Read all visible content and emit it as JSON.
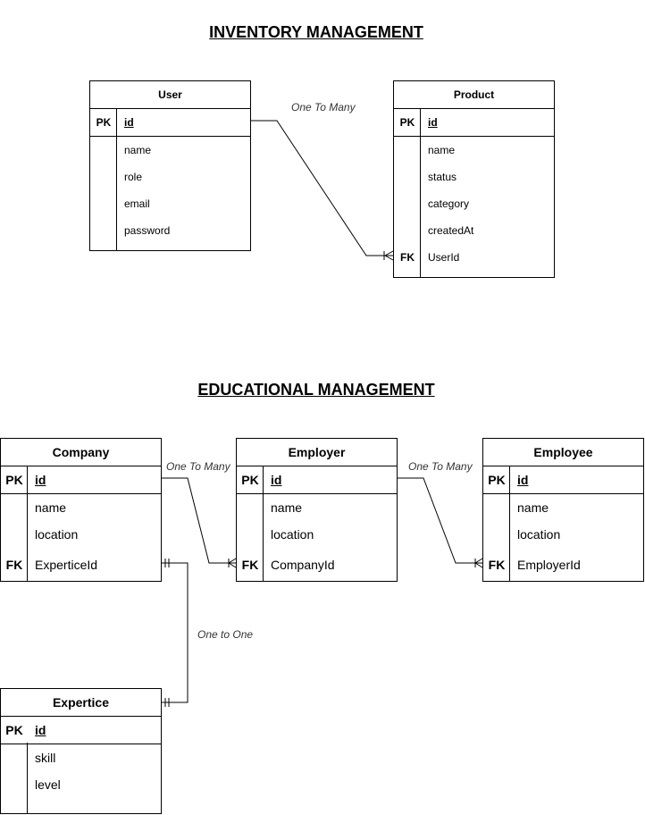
{
  "titles": {
    "inventory": "INVENTORY MANAGEMENT",
    "educational": "EDUCATIONAL MANAGEMENT"
  },
  "entities": {
    "user": {
      "name": "User",
      "pk_label": "PK",
      "pk_field": "id",
      "fields": [
        "name",
        "role",
        "email",
        "password"
      ]
    },
    "product": {
      "name": "Product",
      "pk_label": "PK",
      "pk_field": "id",
      "fields": [
        "name",
        "status",
        "category",
        "createdAt"
      ],
      "fk_label": "FK",
      "fk_field": "UserId"
    },
    "company": {
      "name": "Company",
      "pk_label": "PK",
      "pk_field": "id",
      "fields": [
        "name",
        "location"
      ],
      "fk_label": "FK",
      "fk_field": "ExperticeId"
    },
    "employer": {
      "name": "Employer",
      "pk_label": "PK",
      "pk_field": "id",
      "fields": [
        "name",
        "location"
      ],
      "fk_label": "FK",
      "fk_field": "CompanyId"
    },
    "employee": {
      "name": "Employee",
      "pk_label": "PK",
      "pk_field": "id",
      "fields": [
        "name",
        "location"
      ],
      "fk_label": "FK",
      "fk_field": "EmployerId"
    },
    "expertice": {
      "name": "Expertice",
      "pk_label": "PK",
      "pk_field": "id",
      "fields": [
        "skill",
        "level"
      ]
    }
  },
  "relationships": {
    "user_product": {
      "label": "One To Many",
      "from": "User.id",
      "to": "Product.UserId",
      "cardinality": "one-to-many"
    },
    "company_employer": {
      "label": "One To Many",
      "from": "Company.id",
      "to": "Employer.CompanyId",
      "cardinality": "one-to-many"
    },
    "employer_employee": {
      "label": "One To Many",
      "from": "Employer.id",
      "to": "Employee.EmployerId",
      "cardinality": "one-to-many"
    },
    "company_expertice": {
      "label": "One to One",
      "from": "Company.ExperticeId",
      "to": "Expertice",
      "cardinality": "one-to-one"
    }
  }
}
